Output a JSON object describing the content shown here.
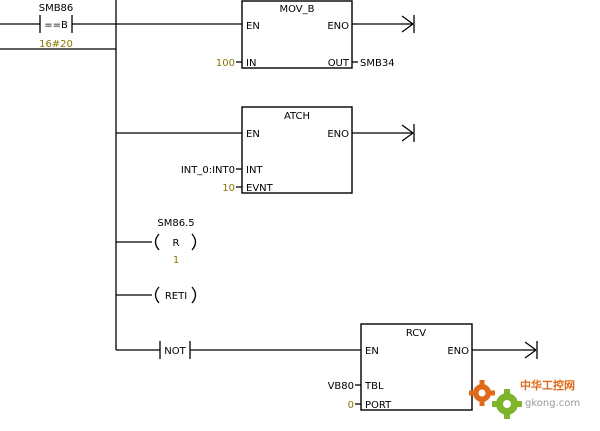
{
  "rung": {
    "compare": {
      "operand": "SMB86",
      "operator": "==B",
      "constant": "16#20"
    },
    "mov_b": {
      "title": "MOV_B",
      "en": "EN",
      "eno": "ENO",
      "in_label": "IN",
      "in_value": "100",
      "out_label": "OUT",
      "out_value": "SMB34"
    },
    "atch": {
      "title": "ATCH",
      "en": "EN",
      "eno": "ENO",
      "int_label": "INT",
      "int_value": "INT_0:INT0",
      "evnt_label": "EVNT",
      "evnt_value": "10"
    },
    "reset_coil": {
      "address": "SM86.5",
      "symbol": "R",
      "count": "1"
    },
    "reti_coil": {
      "symbol": "RETI"
    },
    "not_contact": {
      "label": "NOT"
    },
    "rcv": {
      "title": "RCV",
      "en": "EN",
      "eno": "ENO",
      "tbl_label": "TBL",
      "tbl_value": "VB80",
      "port_label": "PORT",
      "port_value": "0"
    }
  },
  "watermark": {
    "cn_text": "中华工控网",
    "en_text": "gkong.com"
  },
  "colors": {
    "wire": "#000000",
    "value_text": "#8b7500",
    "watermark_orange": "#e06a1a",
    "watermark_green": "#7fb52a"
  }
}
